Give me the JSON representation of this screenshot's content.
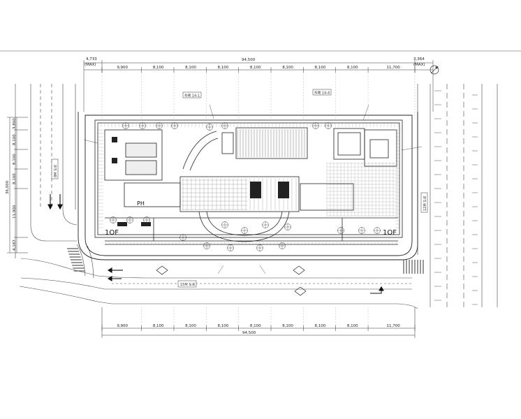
{
  "top_dims": {
    "left_offset": "4,733",
    "left_offset_sub": "(MAX)",
    "overall": "94,500",
    "right_offset": "3,364",
    "right_offset_sub": "(MAX)",
    "spans": [
      "9,900",
      "8,100",
      "8,100",
      "8,100",
      "8,100",
      "8,100",
      "8,100",
      "8,100",
      "11,700"
    ]
  },
  "bottom_dims": {
    "spans": [
      "9,900",
      "8,100",
      "8,100",
      "8,100",
      "8,100",
      "8,100",
      "8,100",
      "8,100",
      "11,700"
    ],
    "overall": "94,500"
  },
  "left_dims": {
    "overall": "36,000",
    "segments": [
      "3,800",
      "8,100",
      "8,100",
      "8,100",
      "11,900",
      "4,187"
    ]
  },
  "labels": {
    "floor_left": "1OF",
    "floor_right": "1OF",
    "penthouse": "PH",
    "road_label": "15M 도로",
    "right_road": "12M 도로",
    "left_road": "8M 도로",
    "zone_a": "차폐 14-1",
    "zone_b": "차폐 14-4"
  },
  "colors": {
    "line": "#222222",
    "hatch": "#555555",
    "paper": "#ffffff"
  }
}
